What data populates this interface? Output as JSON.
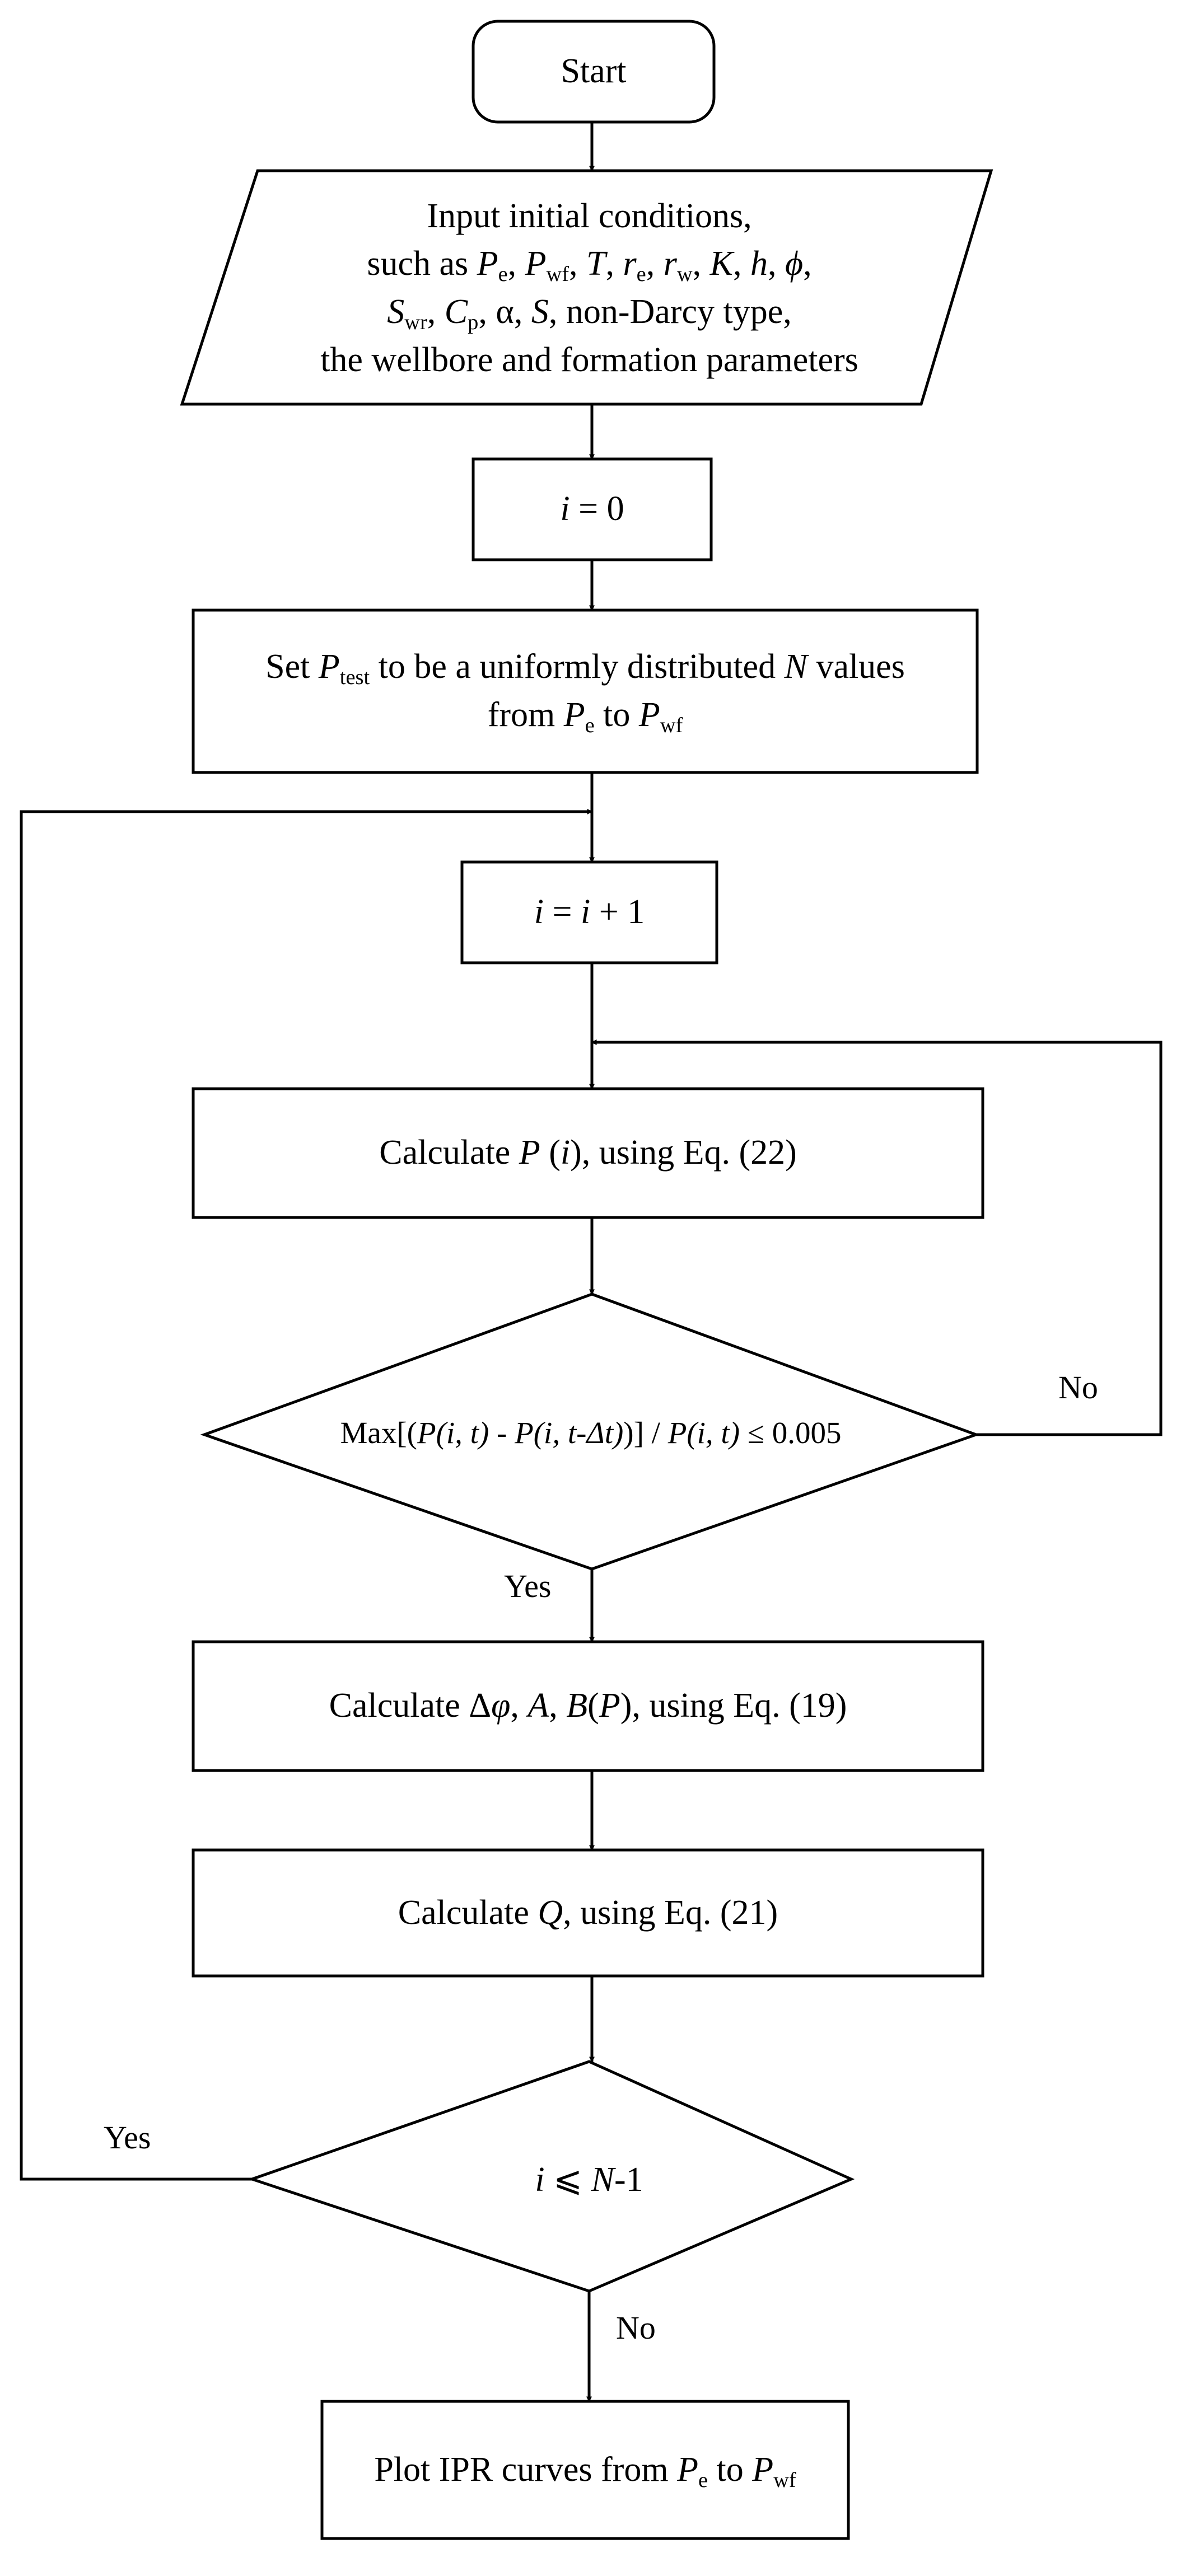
{
  "flowchart": {
    "start": "Start",
    "input": {
      "line1": "Input initial conditions,",
      "line2_prefix": "such as",
      "line3_sep": ",",
      "line3_suffix": ", non-Darcy type,",
      "line4": "the wellbore and formation parameters",
      "symbols": {
        "P": "P",
        "T": "T",
        "r": "r",
        "K": "K",
        "h": "h",
        "phi": "ϕ",
        "S": "S",
        "C": "C",
        "alpha": "α",
        "sub_e": "e",
        "sub_wf": "wf",
        "sub_w": "w",
        "sub_wr": "wr",
        "sub_p": "p"
      }
    },
    "init": {
      "var": "i",
      "rest": " = 0"
    },
    "set_ptest": {
      "t1": "Set ",
      "sym": "P",
      "sub": "test",
      "t2": " to be a uniformly distributed ",
      "n": "N",
      "t3": " values",
      "t4": "from ",
      "t5": " to ",
      "sub_e": "e",
      "sub_wf": "wf"
    },
    "increment": {
      "i1": "i",
      "eq": " = ",
      "i2": "i",
      "plus": " + 1"
    },
    "calc_p": {
      "t1": "Calculate ",
      "sym": "P",
      "t2": " (",
      "i": "i",
      "t3": "), using Eq. (22)"
    },
    "convergence": {
      "t1": "Max[(",
      "p": "P",
      "args1": "(i, t)",
      "minus": " - ",
      "args2": "(i, t-Δt)",
      "div": ")] / ",
      "le": " ≤ 0.005",
      "no_label": "No",
      "yes_label": "Yes"
    },
    "calc_dphi": {
      "t1": "Calculate Δ",
      "phi": "φ",
      "c1": ", ",
      "a": "A",
      "c2": ", ",
      "b": "B",
      "t2": "(",
      "p": "P",
      "t3": "), using Eq. (19)"
    },
    "calc_q": {
      "t1": "Calculate ",
      "q": "Q",
      "t2": ", using Eq. (21)"
    },
    "loop_check": {
      "i": "i",
      "le": " ⩽ ",
      "n": "N",
      "rest": "-1",
      "yes_label": "Yes",
      "no_label": "No"
    },
    "plot": {
      "t1": "Plot IPR curves from ",
      "p": "P",
      "sub_e": "e",
      "to": " to ",
      "sub_wf": "wf"
    }
  },
  "colors": {
    "stroke": "#000000",
    "background": "#ffffff",
    "text": "#000000"
  }
}
